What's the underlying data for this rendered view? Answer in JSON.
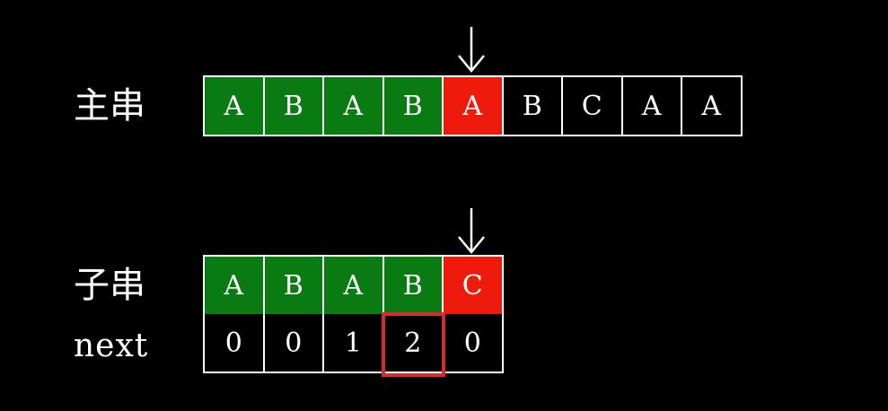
{
  "main_string": {
    "label": "主串",
    "cells": [
      {
        "char": "A",
        "state": "green"
      },
      {
        "char": "B",
        "state": "green"
      },
      {
        "char": "A",
        "state": "green"
      },
      {
        "char": "B",
        "state": "green"
      },
      {
        "char": "A",
        "state": "red"
      },
      {
        "char": "B",
        "state": "dark"
      },
      {
        "char": "C",
        "state": "dark"
      },
      {
        "char": "A",
        "state": "dark"
      },
      {
        "char": "A",
        "state": "dark"
      }
    ],
    "pointer_index": 4
  },
  "pattern": {
    "label": "子串",
    "cells": [
      {
        "char": "A",
        "state": "green"
      },
      {
        "char": "B",
        "state": "green"
      },
      {
        "char": "A",
        "state": "green"
      },
      {
        "char": "B",
        "state": "green"
      },
      {
        "char": "C",
        "state": "red"
      }
    ],
    "pointer_index": 4
  },
  "next_array": {
    "label": "next",
    "values": [
      "0",
      "0",
      "1",
      "2",
      "0"
    ],
    "highlight_index": 3
  },
  "colors": {
    "matched": "#0a7a12",
    "mismatch": "#ee1a0c",
    "highlight_border": "#d42d2d",
    "text": "#ffffff",
    "background": "#000000"
  }
}
